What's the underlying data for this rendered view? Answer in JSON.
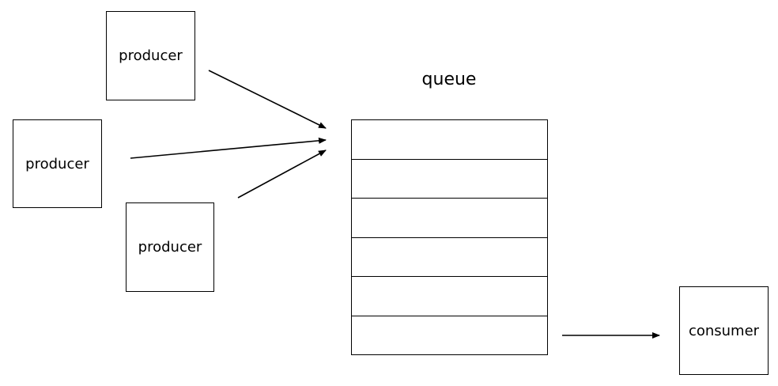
{
  "diagram": {
    "producers": [
      {
        "label": "producer"
      },
      {
        "label": "producer"
      },
      {
        "label": "producer"
      }
    ],
    "queue": {
      "title": "queue",
      "slot_count": 6
    },
    "consumer": {
      "label": "consumer"
    }
  }
}
